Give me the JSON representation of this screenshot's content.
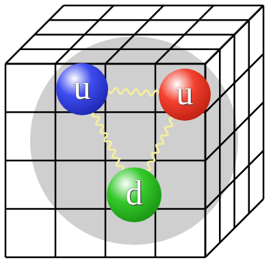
{
  "diagram": {
    "nodes": [
      {
        "text": [
          "u"
        ]
      },
      {
        "text": [
          "u"
        ]
      },
      {
        "text": [
          "d"
        ]
      }
    ],
    "edges": [
      {
        "from": 0,
        "to": 1,
        "arrow": "none"
      },
      {
        "from": 0,
        "to": 2,
        "arrow": "none"
      },
      {
        "from": 1,
        "to": 2,
        "arrow": "none"
      }
    ]
  }
}
